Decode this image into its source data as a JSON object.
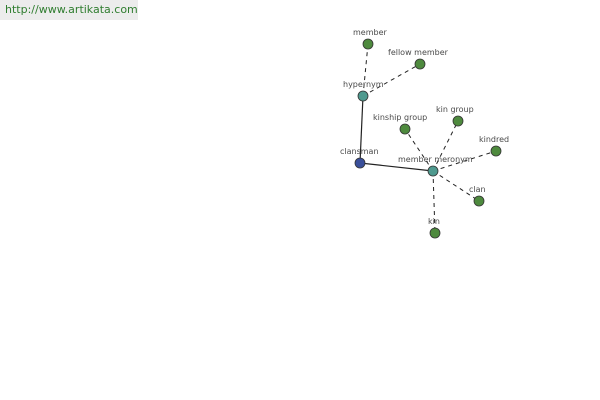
{
  "header": {
    "url": "http://www.artikata.com"
  },
  "graph": {
    "colors": {
      "root": "#3a4f9a",
      "hub": "#4f9a8f",
      "leaf": "#4e8a3e",
      "edge": "#222222",
      "node_stroke": "#333333"
    },
    "nodes": [
      {
        "id": "clansman",
        "label": "clansman",
        "kind": "root"
      },
      {
        "id": "hypernym",
        "label": "hypernym",
        "kind": "hub"
      },
      {
        "id": "member_meronym",
        "label": "member meronym",
        "kind": "hub"
      },
      {
        "id": "member",
        "label": "member",
        "kind": "leaf"
      },
      {
        "id": "fellow_member",
        "label": "fellow member",
        "kind": "leaf"
      },
      {
        "id": "kinship_group",
        "label": "kinship group",
        "kind": "leaf"
      },
      {
        "id": "kin_group",
        "label": "kin group",
        "kind": "leaf"
      },
      {
        "id": "kindred",
        "label": "kindred",
        "kind": "leaf"
      },
      {
        "id": "clan",
        "label": "clan",
        "kind": "leaf"
      },
      {
        "id": "kin",
        "label": "kin",
        "kind": "leaf"
      }
    ],
    "edges": [
      {
        "from": "clansman",
        "to": "hypernym",
        "style": "solid"
      },
      {
        "from": "clansman",
        "to": "member_meronym",
        "style": "solid"
      },
      {
        "from": "hypernym",
        "to": "member",
        "style": "dashed"
      },
      {
        "from": "hypernym",
        "to": "fellow_member",
        "style": "dashed"
      },
      {
        "from": "member_meronym",
        "to": "kinship_group",
        "style": "dashed"
      },
      {
        "from": "member_meronym",
        "to": "kin_group",
        "style": "dashed"
      },
      {
        "from": "member_meronym",
        "to": "kindred",
        "style": "dashed"
      },
      {
        "from": "member_meronym",
        "to": "clan",
        "style": "dashed"
      },
      {
        "from": "member_meronym",
        "to": "kin",
        "style": "dashed"
      }
    ]
  }
}
